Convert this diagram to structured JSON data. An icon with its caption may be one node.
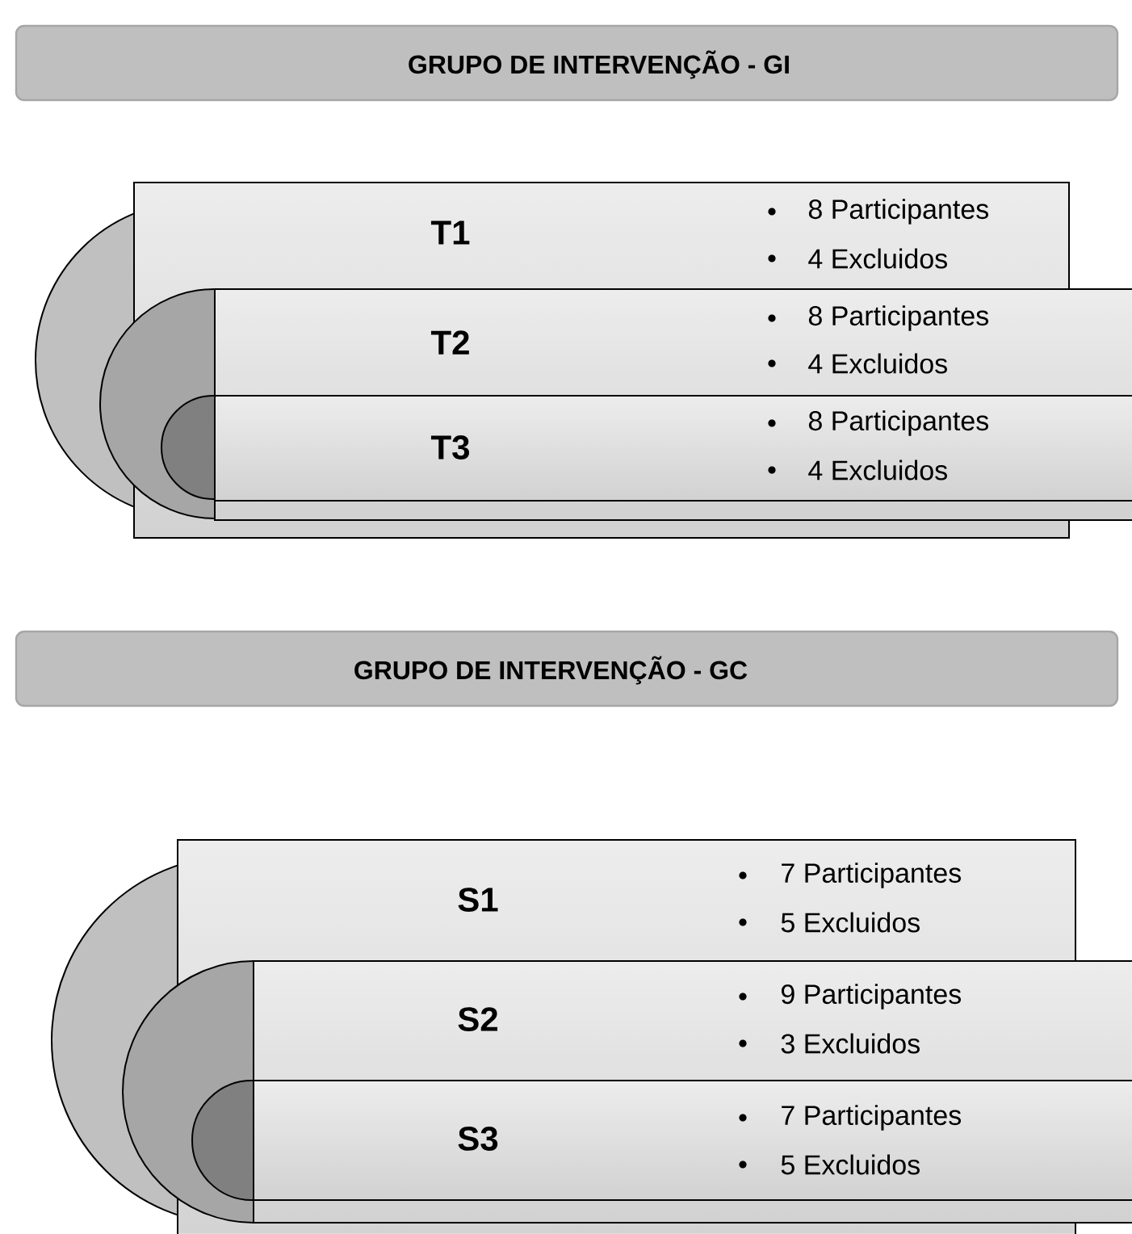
{
  "diagram": {
    "nodes": [
      {
        "text": [
          "GRUPO DE INTERVENÇÃO - GI"
        ]
      },
      {
        "text": [
          "T1",
          "8 Participantes",
          "4 Excluidos"
        ]
      },
      {
        "text": [
          "T2",
          "8 Participantes",
          "4 Excluidos"
        ]
      },
      {
        "text": [
          "T3",
          "8 Participantes",
          "4 Excluidos"
        ],
        "in": 2
      },
      {
        "text": [
          "GRUPO DE INTERVENÇÃO - GC"
        ]
      },
      {
        "text": [
          "S1",
          "7 Participantes",
          "5 Excluidos"
        ]
      },
      {
        "text": [
          "S2",
          "9 Participantes",
          "3 Excluidos"
        ]
      },
      {
        "text": [
          "S3",
          "7 Participantes",
          "5 Excluidos"
        ],
        "in": 6
      }
    ]
  }
}
